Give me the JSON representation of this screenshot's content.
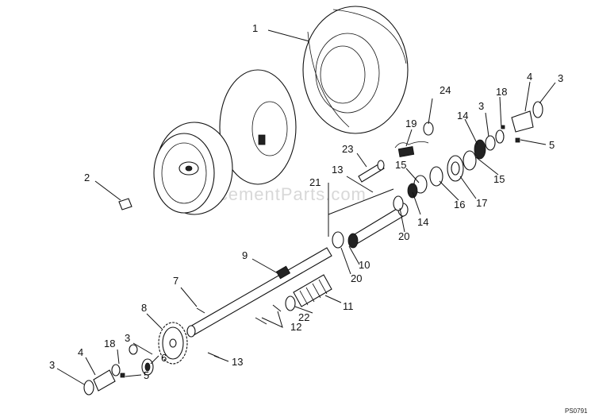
{
  "watermark": "eReplacementParts.com",
  "drawing_code": "PS0791",
  "callouts": [
    "1",
    "2",
    "3",
    "4",
    "5",
    "6",
    "7",
    "8",
    "9",
    "10",
    "11",
    "12",
    "13",
    "14",
    "15",
    "16",
    "17",
    "18",
    "19",
    "20",
    "21",
    "22",
    "23",
    "24"
  ]
}
